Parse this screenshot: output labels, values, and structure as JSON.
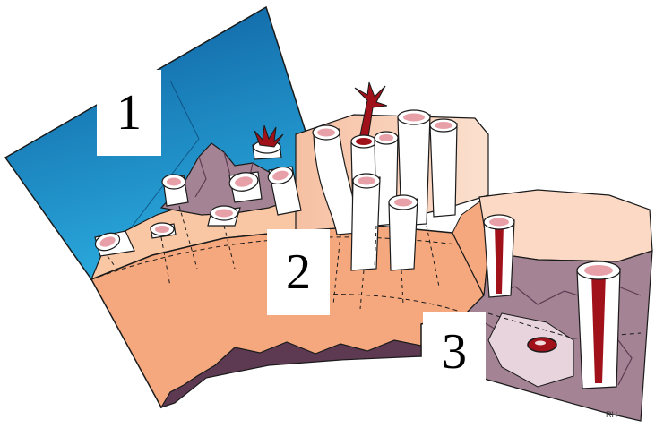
{
  "stages": [
    {
      "number": "1"
    },
    {
      "number": "2"
    },
    {
      "number": "3"
    }
  ],
  "colors": {
    "water_top": "#0d5d9e",
    "water_bottom": "#2aa9dc",
    "sediment": "#f5a87e",
    "sediment_light": "#f9c7a4",
    "basalt": "#5e3a52",
    "rock": "#a48494",
    "tube": "#ffffff",
    "tube_inner": "#e8a0a8",
    "worm": "#a1111a",
    "outline": "#1a1a1a"
  },
  "icons": [
    "tube-worm",
    "vent-chimney",
    "tube-worm-plume"
  ]
}
